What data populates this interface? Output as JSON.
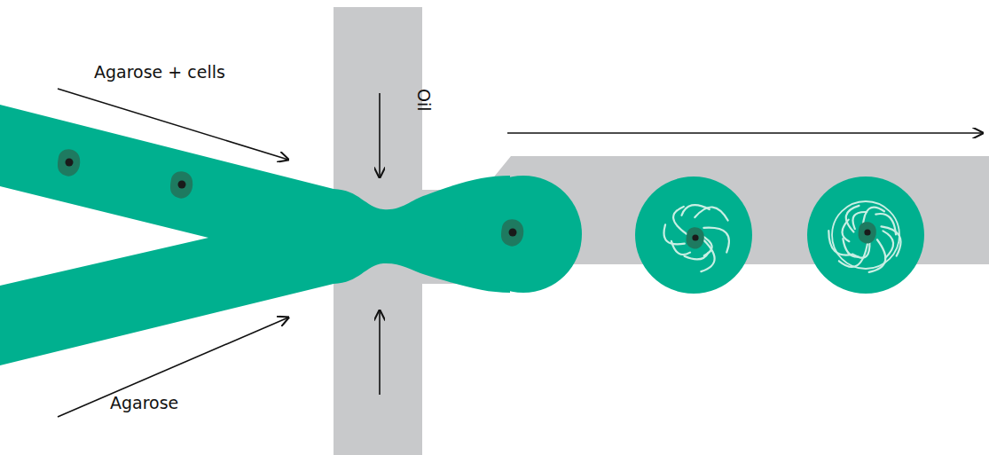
{
  "diagram": {
    "labels": [
      "Agarose + cells",
      "Oil",
      "Agarose"
    ]
  }
}
